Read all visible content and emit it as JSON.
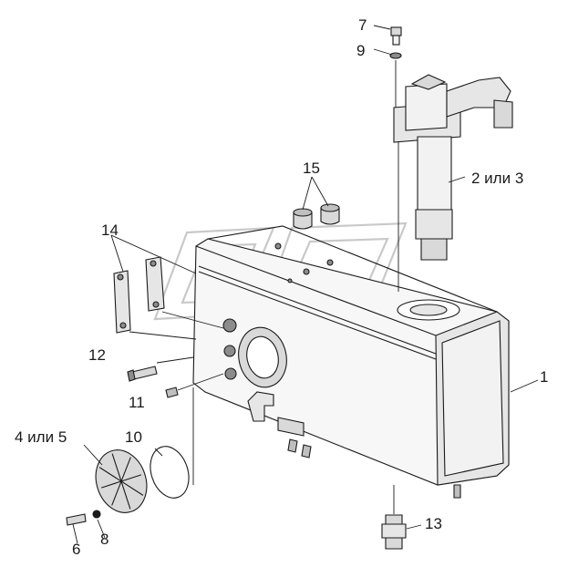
{
  "callouts": {
    "c1": "1",
    "c2or3": "2 или 3",
    "c4or5": "4 или 5",
    "c6": "6",
    "c7": "7",
    "c8": "8",
    "c9": "9",
    "c10": "10",
    "c11": "11",
    "c12": "12",
    "c13": "13",
    "c14": "14",
    "c15": "15"
  },
  "colors": {
    "line": "#1a1a1a",
    "shade": "#8c8c8c",
    "light": "#e6e6e6",
    "watermark": "#c9c9c9"
  }
}
